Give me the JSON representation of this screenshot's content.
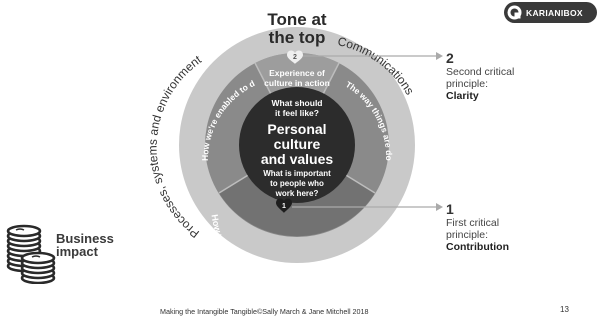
{
  "logo": {
    "text": "KARIANIBOX",
    "icon": "kariani-box-logo-icon"
  },
  "diagram": {
    "tone_line1": "Tone at",
    "tone_line2": "the top",
    "outer_left_label": "Processes, systems and environment",
    "outer_right_label": "Communications",
    "mid_top_line1": "Experience of",
    "mid_top_line2": "culture in action",
    "mid_left_label": "How we're enabled to do our jobs",
    "mid_right_label": "The way things are done around here",
    "mid_bottom_label": "How we act as individuals",
    "center_q1_line1": "What should",
    "center_q1_line2": "it feel like?",
    "center_title_line1": "Personal",
    "center_title_line2": "culture",
    "center_title_line3": "and values",
    "center_q2_line1": "What is important",
    "center_q2_line2": "to people who",
    "center_q2_line3": "work here?",
    "marker_top": "2",
    "marker_bottom": "1"
  },
  "callouts": [
    {
      "number": "2",
      "line1": "Second critical",
      "line2": "principle:",
      "principle": "Clarity"
    },
    {
      "number": "1",
      "line1": "First critical",
      "line2": "principle:",
      "principle": "Contribution"
    }
  ],
  "business_impact": {
    "line1": "Business",
    "line2": "impact",
    "icon": "coin-stack-icon"
  },
  "footer": "Making the Intangible Tangible©Sally March & Jane Mitchell 2018",
  "page_number": "13"
}
